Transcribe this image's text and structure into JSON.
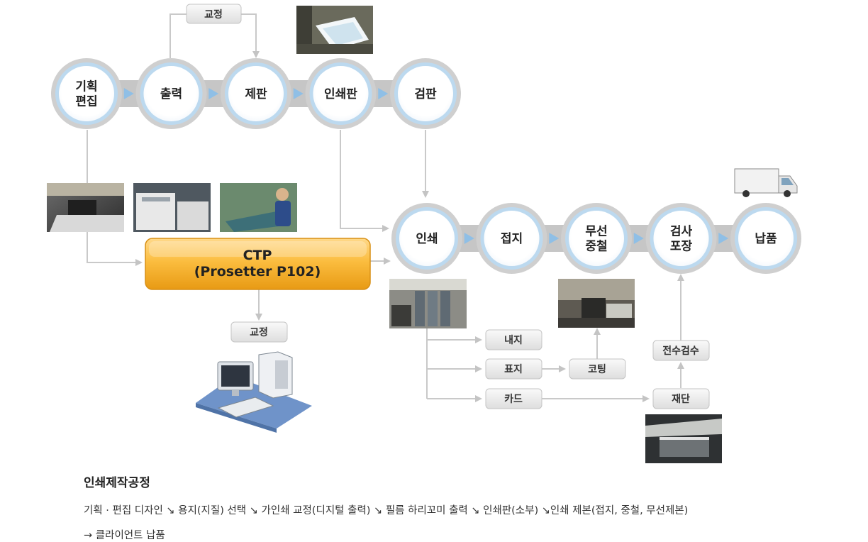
{
  "colors": {
    "connector": "#c9c9c9",
    "node_ring": "#bcd9ef",
    "arrow": "#8fbfe6",
    "ctp_top": "#ffd066",
    "ctp_bottom": "#e89a14",
    "box": "#eeeeee"
  },
  "top_row": {
    "nodes": [
      "기획\n편집",
      "출력",
      "제판",
      "인쇄판",
      "검판"
    ],
    "proof_box": "교정"
  },
  "bottom_row": {
    "nodes": [
      "인쇄",
      "접지",
      "무선\n중철",
      "검사\n포장",
      "납품"
    ]
  },
  "ctp": {
    "line1": "CTP",
    "line2": "(Prosetter P102)",
    "proof_box": "교정"
  },
  "branches": {
    "inner": "내지",
    "cover": "표지",
    "card": "카드",
    "coating": "코팅",
    "cutting": "재단",
    "inspection": "전수검수"
  },
  "photos": [
    "plate-photo",
    "ctp-machine-photo-1",
    "ctp-machine-photo-2",
    "ctp-operator-photo",
    "press-photo",
    "binding-photo",
    "cutting-photo",
    "truck-icon",
    "computer-icon"
  ],
  "footer": {
    "title": "인쇄제작공정",
    "steps": "기획 · 편집 디자인  ↘ 용지(지질) 선택  ↘ 가인쇄 교정(디지털 출력)  ↘ 필름 하리꼬미 출력  ↘ 인쇄판(소부)  ↘인쇄 제본(접지, 중철, 무선제본)",
    "end": "→ 클라이언트 납품"
  }
}
